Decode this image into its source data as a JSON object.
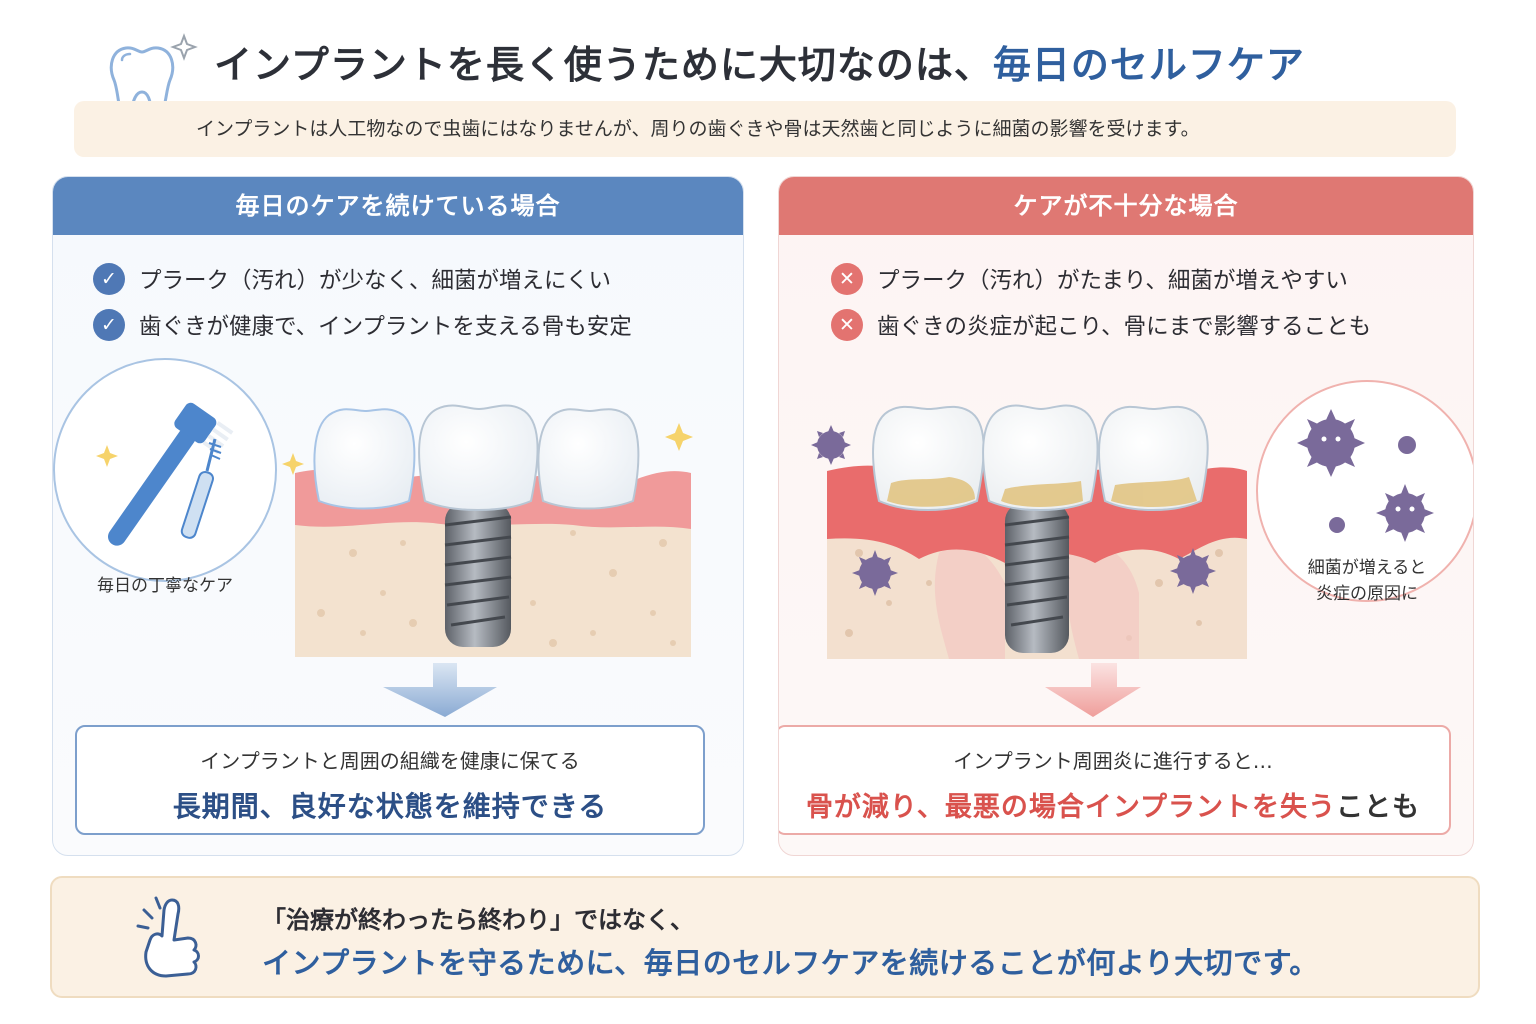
{
  "header": {
    "title_main": "インプラントを長く使うために大切なのは、",
    "title_highlight": "毎日のセルフケア",
    "intro": "インプラントは人工物なので虫歯にはなりませんが、周りの歯ぐきや骨は天然歯と同じように細菌の影響を受けます。"
  },
  "good": {
    "heading": "毎日のケアを続けている場合",
    "points": [
      "プラーク（汚れ）が少なく、細菌が増えにくい",
      "歯ぐきが健康で、インプラントを支える骨も安定"
    ],
    "circle_label": "毎日の丁寧なケア",
    "result_sub": "インプラントと周囲の組織を健康に保てる",
    "result_main": "長期間、良好な状態を維持できる"
  },
  "bad": {
    "heading": "ケアが不十分な場合",
    "points": [
      "プラーク（汚れ）がたまり、細菌が増えやすい",
      "歯ぐきの炎症が起こり、骨にまで影響することも"
    ],
    "circle_label_1": "細菌が増えると",
    "circle_label_2": "炎症の原因に",
    "result_sub": "インプラント周囲炎に進行すると…",
    "result_main_red_1": "骨が減り、",
    "result_main_red_2": "最悪の場合インプラントを失う",
    "result_main_tail": "ことも"
  },
  "banner": {
    "line1": "「治療が終わったら終わり」ではなく、",
    "line2": "インプラントを守るために、毎日のセルフケアを続けることが何より大切です。"
  },
  "icons": {
    "check": "✓",
    "cross": "✕"
  },
  "colors": {
    "blue_accent": "#5b87bf",
    "red_accent": "#df7873",
    "title_blue": "#2f5f9e",
    "bacteria": "#7a6a9a"
  }
}
